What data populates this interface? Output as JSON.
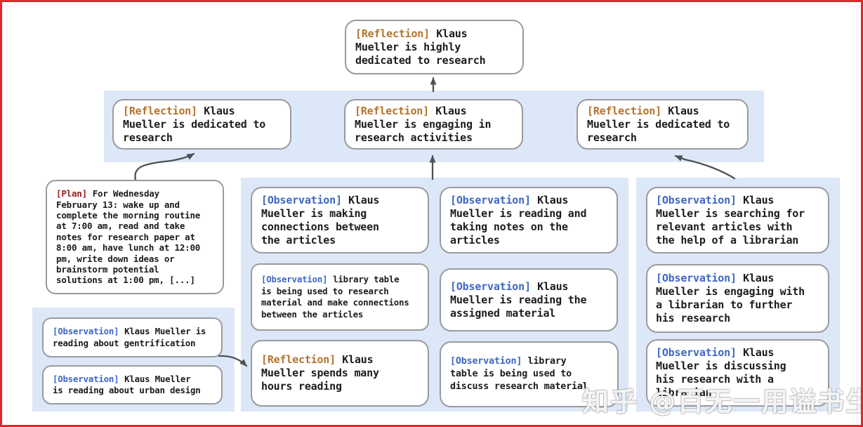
{
  "colors": {
    "frame": "#e4252e",
    "band": "#dce8f7",
    "node_border": "#9a9aa0",
    "arrow": "#4d5156",
    "reflection_tag": "#b5722d",
    "observation_tag": "#3d66c5",
    "plan_tag": "#8e1f1f"
  },
  "nodes": {
    "root": {
      "tag": "[Reflection]",
      "text": "Klaus\nMueller is highly\ndedicated to research"
    },
    "ref_left": {
      "tag": "[Reflection]",
      "text": "Klaus\nMueller is dedicated to\nresearch"
    },
    "ref_mid": {
      "tag": "[Reflection]",
      "text": "Klaus\nMueller is engaging in\nresearch activities"
    },
    "ref_right": {
      "tag": "[Reflection]",
      "text": "Klaus\nMueller is dedicated to\nresearch"
    },
    "plan": {
      "tag": "[Plan]",
      "text": "For Wednesday\nFebruary 13: wake up and\ncomplete the morning routine\nat 7:00 am, read and take\nnotes for research paper at\n8:00 am, have lunch at 12:00\npm, write down ideas or\nbrainstorm potential\nsolutions at 1:00 pm, [...]"
    },
    "obs_gentrification": {
      "tag": "[Observation]",
      "text": "Klaus Mueller is\nreading about gentrification"
    },
    "obs_urban": {
      "tag": "[Observation]",
      "text": "Klaus Mueller\nis reading about urban design"
    },
    "obs_connections": {
      "tag": "[Observation]",
      "text": "Klaus\nMueller is making\nconnections between\nthe articles"
    },
    "obs_library_research": {
      "tag": "[Observation]",
      "text": "library table\nis being used to research\nmaterial and make connections\nbetween the articles"
    },
    "ref_hours": {
      "tag": "[Reflection]",
      "text": "Klaus\nMueller spends many\nhours reading"
    },
    "obs_notes": {
      "tag": "[Observation]",
      "text": "Klaus\nMueller is reading and\ntaking notes on the\narticles"
    },
    "obs_assigned": {
      "tag": "[Observation]",
      "text": "Klaus\nMueller is reading the\nassigned material"
    },
    "obs_library_discuss": {
      "tag": "[Observation]",
      "text": "library\ntable is being used to\ndiscuss research material"
    },
    "obs_searching": {
      "tag": "[Observation]",
      "text": "Klaus\nMueller is searching for\nrelevant articles with\nthe help of a librarian"
    },
    "obs_engaging": {
      "tag": "[Observation]",
      "text": "Klaus\nMueller is engaging with\na librarian to further\nhis research"
    },
    "obs_discussing": {
      "tag": "[Observation]",
      "text": "Klaus\nMueller is discussing\nhis research with a\nlibrarian"
    }
  },
  "edges": [
    {
      "from": "reflections-band",
      "to": "root"
    },
    {
      "from": "plan",
      "to": "ref_left"
    },
    {
      "from": "middle-observations-band",
      "to": "ref_mid"
    },
    {
      "from": "right-observations-band",
      "to": "ref_right"
    },
    {
      "from": "left-observations-band",
      "to": "ref_hours"
    }
  ],
  "watermark": {
    "text": "知乎 @百无一用谥书生"
  }
}
